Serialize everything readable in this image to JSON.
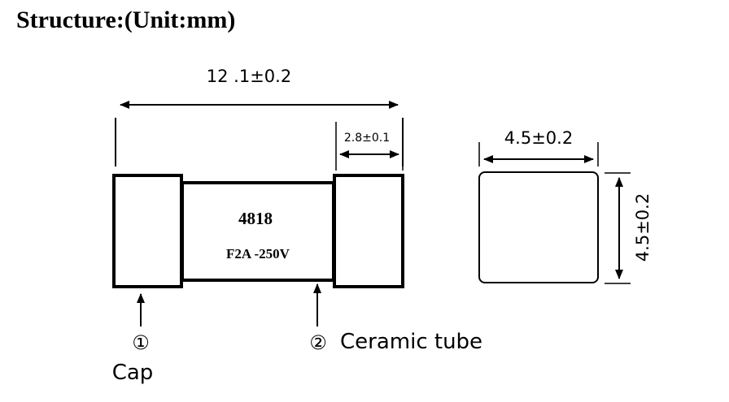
{
  "title": "Structure:(Unit:mm)",
  "dimensions": {
    "total_length": "12 .1±0.2",
    "cap_length": "2.8±0.1",
    "side_width": "4.5±0.2",
    "side_height": "4.5±0.2"
  },
  "body_text": {
    "line1": "4818",
    "line2": "F2A -250V"
  },
  "callouts": [
    {
      "number": "①",
      "label": "Cap"
    },
    {
      "number": "②",
      "label": "Ceramic tube"
    }
  ]
}
